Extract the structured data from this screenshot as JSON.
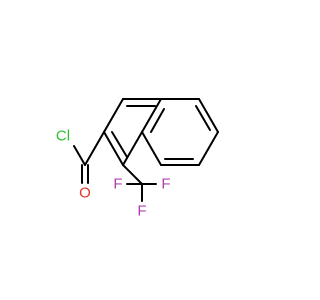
{
  "molecule": {
    "atoms": {
      "cl": {
        "label": "Cl",
        "color": "#2dbf2d"
      },
      "o": {
        "label": "O",
        "color": "#e8322a"
      },
      "f1": {
        "label": "F",
        "color": "#b13fb2"
      },
      "f2": {
        "label": "F",
        "color": "#b13fb2"
      },
      "f3": {
        "label": "F",
        "color": "#b13fb2"
      }
    },
    "bond_color": "#000000"
  }
}
